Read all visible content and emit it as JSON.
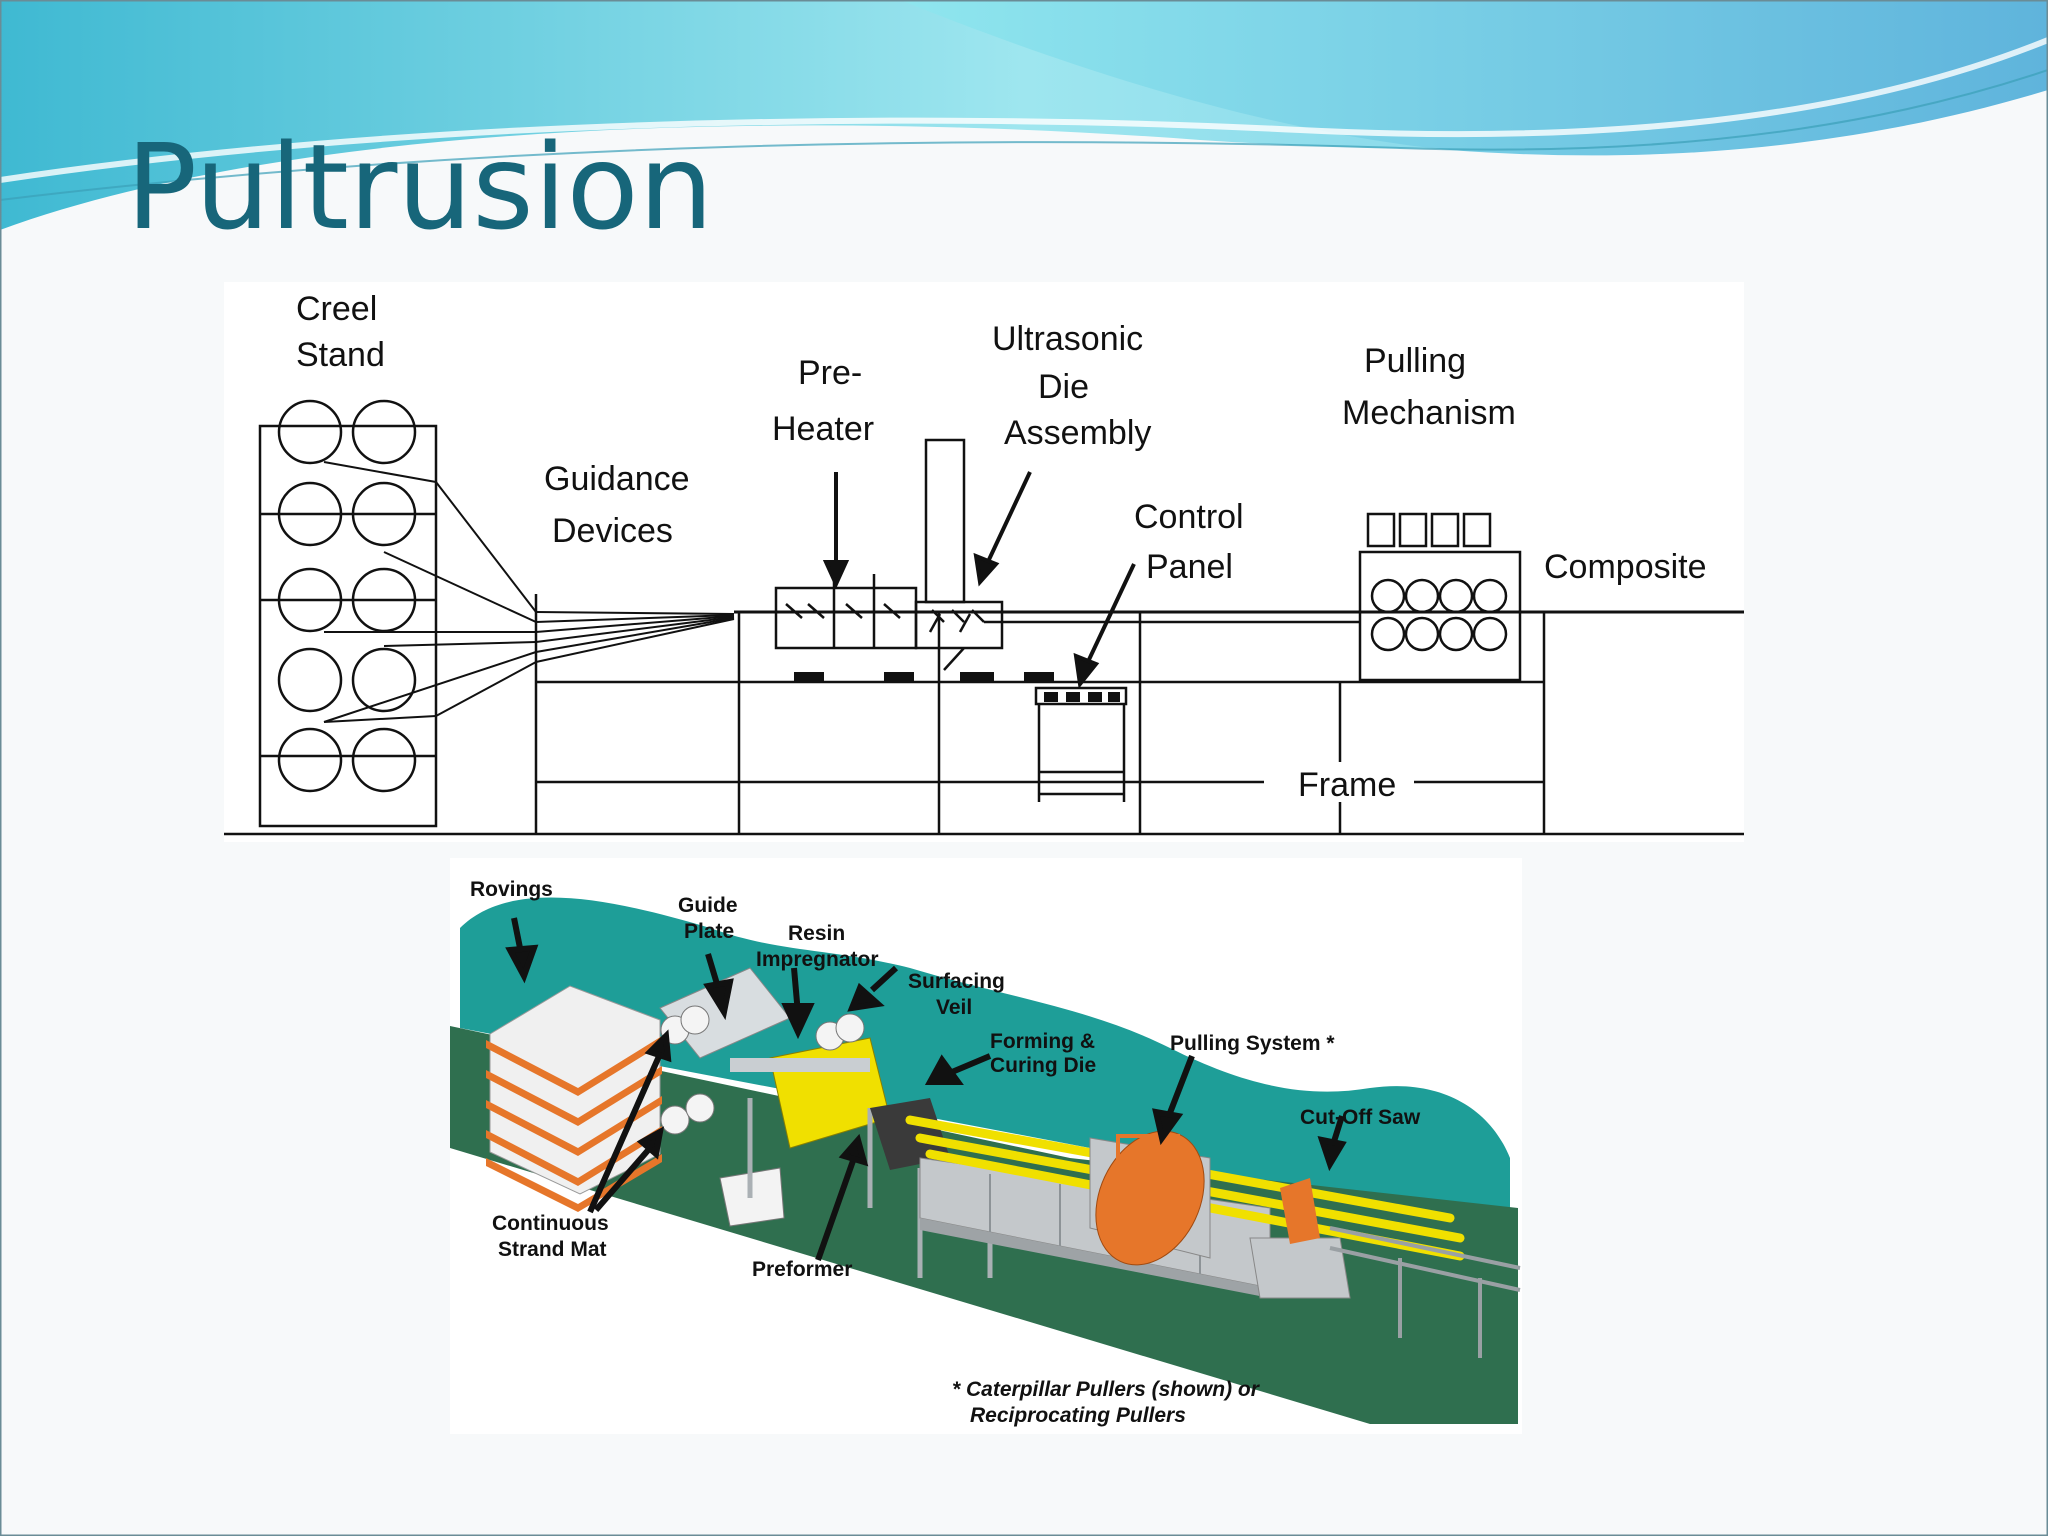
{
  "slide": {
    "title": "Pultrusion",
    "colors": {
      "title": "#17667a",
      "wave_light": "#8fe3ef",
      "wave_dark": "#5fb7d8",
      "ground": "#2f6f4f",
      "backdrop": "#1e9e98",
      "resin": "#f0e000"
    }
  },
  "schematic": {
    "labels": {
      "creel_1": "Creel",
      "creel_2": "Stand",
      "guidance_1": "Guidance",
      "guidance_2": "Devices",
      "preheater_1": "Pre-",
      "preheater_2": "Heater",
      "ultra_1": "Ultrasonic",
      "ultra_2": "Die",
      "ultra_3": "Assembly",
      "control_1": "Control",
      "control_2": "Panel",
      "pulling_1": "Pulling",
      "pulling_2": "Mechanism",
      "composite": "Composite",
      "frame": "Frame"
    }
  },
  "illustration": {
    "labels": {
      "rovings": "Rovings",
      "guide_1": "Guide",
      "guide_2": "Plate",
      "resin_1": "Resin",
      "resin_2": "Impregnator",
      "veil_1": "Surfacing",
      "veil_2": "Veil",
      "forming_1": "Forming &",
      "forming_2": "Curing Die",
      "pulling": "Pulling System *",
      "saw": "Cut-Off Saw",
      "csm_1": "Continuous",
      "csm_2": "Strand Mat",
      "preformer": "Preformer",
      "note_1": "* Caterpillar Pullers (shown) or",
      "note_2": "Reciprocating Pullers"
    }
  }
}
